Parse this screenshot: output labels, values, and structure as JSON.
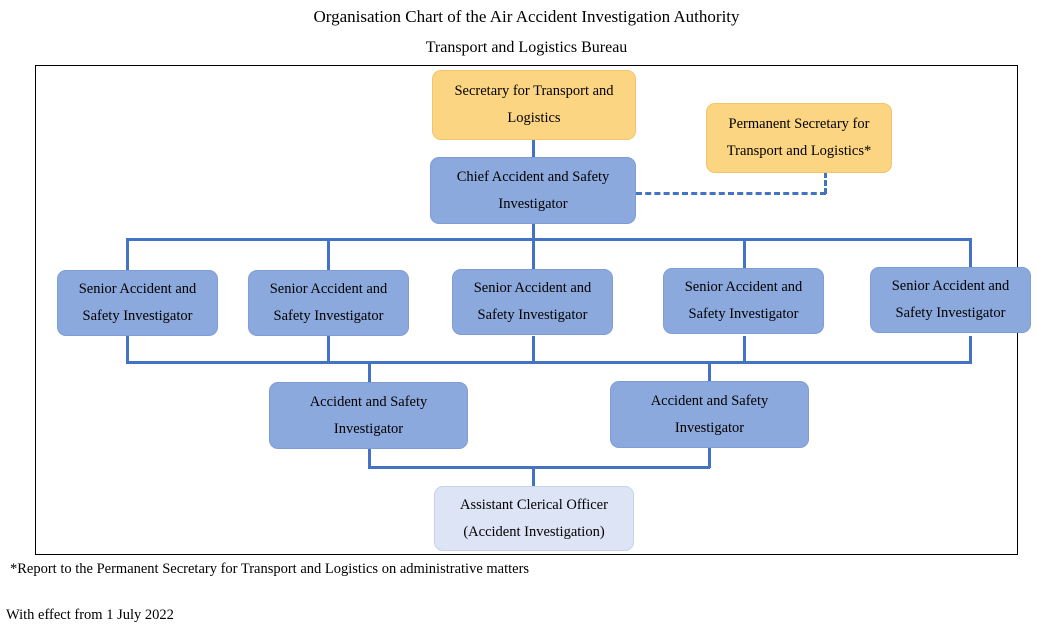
{
  "title": {
    "line1": "Organisation Chart of the Air Accident Investigation Authority",
    "line2": "Transport and Logistics Bureau"
  },
  "colors": {
    "amber_fill": "#FCD583",
    "blue_fill": "#8BA9DD",
    "light_blue_fill": "#DCE4F5",
    "connector": "#4472C4",
    "frame_border": "#000000",
    "text": "#000000"
  },
  "chart_data": {
    "type": "diagram",
    "diagram_type": "organisation-chart",
    "title": "Organisation Chart of the Air Accident Investigation Authority",
    "subtitle": "Transport and Logistics Bureau",
    "nodes": [
      {
        "id": "secretary",
        "lines": [
          "Secretary for Transport and",
          "Logistics"
        ],
        "style": "amber",
        "level": 0
      },
      {
        "id": "permanent-secretary",
        "lines": [
          "Permanent Secretary for",
          "Transport and  Logistics*"
        ],
        "style": "amber",
        "level": 0
      },
      {
        "id": "chief-investigator",
        "lines": [
          "Chief Accident and Safety",
          "Investigator"
        ],
        "style": "blue",
        "level": 1
      },
      {
        "id": "senior-1",
        "lines": [
          "Senior Accident and",
          "Safety Investigator"
        ],
        "style": "blue",
        "level": 2
      },
      {
        "id": "senior-2",
        "lines": [
          "Senior Accident and",
          "Safety Investigator"
        ],
        "style": "blue",
        "level": 2
      },
      {
        "id": "senior-3",
        "lines": [
          "Senior Accident and",
          "Safety Investigator"
        ],
        "style": "blue",
        "level": 2
      },
      {
        "id": "senior-4",
        "lines": [
          "Senior Accident and",
          "Safety Investigator"
        ],
        "style": "blue",
        "level": 2
      },
      {
        "id": "senior-5",
        "lines": [
          "Senior Accident and",
          "Safety Investigator"
        ],
        "style": "blue",
        "level": 2
      },
      {
        "id": "investigator-1",
        "lines": [
          "Accident and Safety",
          "Investigator"
        ],
        "style": "blue",
        "level": 3
      },
      {
        "id": "investigator-2",
        "lines": [
          "Accident and Safety",
          "Investigator"
        ],
        "style": "blue",
        "level": 3
      },
      {
        "id": "assistant-clerical-officer",
        "lines": [
          "Assistant Clerical Officer",
          "(Accident Investigation)"
        ],
        "style": "light-blue",
        "level": 4
      }
    ],
    "edges": [
      {
        "from": "secretary",
        "to": "chief-investigator",
        "style": "solid"
      },
      {
        "from": "chief-investigator",
        "to": "permanent-secretary",
        "style": "dashed"
      },
      {
        "from": "chief-investigator",
        "to": "senior-1",
        "style": "solid"
      },
      {
        "from": "chief-investigator",
        "to": "senior-2",
        "style": "solid"
      },
      {
        "from": "chief-investigator",
        "to": "senior-3",
        "style": "solid"
      },
      {
        "from": "chief-investigator",
        "to": "senior-4",
        "style": "solid"
      },
      {
        "from": "chief-investigator",
        "to": "senior-5",
        "style": "solid"
      },
      {
        "from": "senior-1",
        "to": "investigator-1",
        "style": "solid"
      },
      {
        "from": "senior-2",
        "to": "investigator-1",
        "style": "solid"
      },
      {
        "from": "senior-3",
        "to": "investigator-1",
        "style": "solid"
      },
      {
        "from": "senior-3",
        "to": "investigator-2",
        "style": "solid"
      },
      {
        "from": "senior-4",
        "to": "investigator-2",
        "style": "solid"
      },
      {
        "from": "senior-5",
        "to": "investigator-2",
        "style": "solid"
      },
      {
        "from": "investigator-1",
        "to": "assistant-clerical-officer",
        "style": "solid"
      },
      {
        "from": "investigator-2",
        "to": "assistant-clerical-officer",
        "style": "solid"
      }
    ]
  },
  "nodes": {
    "secretary": {
      "line1": "Secretary for Transport and",
      "line2": "Logistics"
    },
    "permanent_secretary": {
      "line1": "Permanent Secretary for",
      "line2": "Transport and  Logistics*"
    },
    "chief_investigator": {
      "line1": "Chief Accident and Safety",
      "line2": "Investigator"
    },
    "senior_1": {
      "line1": "Senior Accident and",
      "line2": "Safety Investigator"
    },
    "senior_2": {
      "line1": "Senior Accident and",
      "line2": "Safety Investigator"
    },
    "senior_3": {
      "line1": "Senior Accident and",
      "line2": "Safety Investigator"
    },
    "senior_4": {
      "line1": "Senior Accident and",
      "line2": "Safety Investigator"
    },
    "senior_5": {
      "line1": "Senior Accident and",
      "line2": "Safety Investigator"
    },
    "investigator_1": {
      "line1": "Accident and Safety",
      "line2": "Investigator"
    },
    "investigator_2": {
      "line1": "Accident and Safety",
      "line2": "Investigator"
    },
    "assistant_clerical_officer": {
      "line1": "Assistant Clerical Officer",
      "line2": "(Accident Investigation)"
    }
  },
  "footnote": "*Report to the Permanent Secretary for Transport and Logistics on administrative matters",
  "effective_date": "With effect from 1 July 2022"
}
